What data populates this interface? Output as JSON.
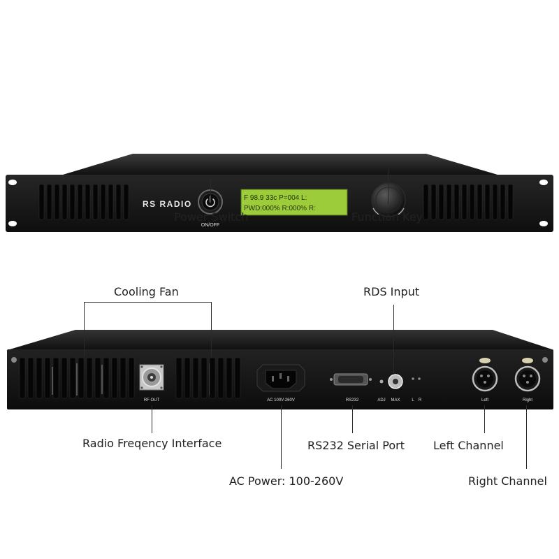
{
  "front_panel": {
    "brand": "RS RADIO",
    "power_caption": "ON/OFF",
    "lcd_line1": "F 98.9 33c P=004 L:",
    "lcd_line2": "PWD:000% R:000% R:"
  },
  "rear_panel": {
    "rf_out_label": "RF OUT",
    "ac_label": "AC 100V-260V",
    "rs232_label": "RS232",
    "adj_label": "ADJ",
    "max_label": "MAX",
    "l_label": "L",
    "r_label": "R",
    "left_label": "Left",
    "right_label": "Right"
  },
  "callouts": {
    "power_switch": "Power Switch",
    "function_key": "Function Key",
    "cooling_fan": "Cooling Fan",
    "rds_input": "RDS Input",
    "radio_frequency_interface": "Radio Freqency Interface",
    "rs232_serial_port": "RS232 Serial Port",
    "left_channel": "Left Channel",
    "ac_power": "AC Power: 100-260V",
    "right_channel": "Right Channel"
  },
  "colors": {
    "chassis": "#141414",
    "lcd": "#9ccc3a",
    "callout_text": "#222222"
  }
}
